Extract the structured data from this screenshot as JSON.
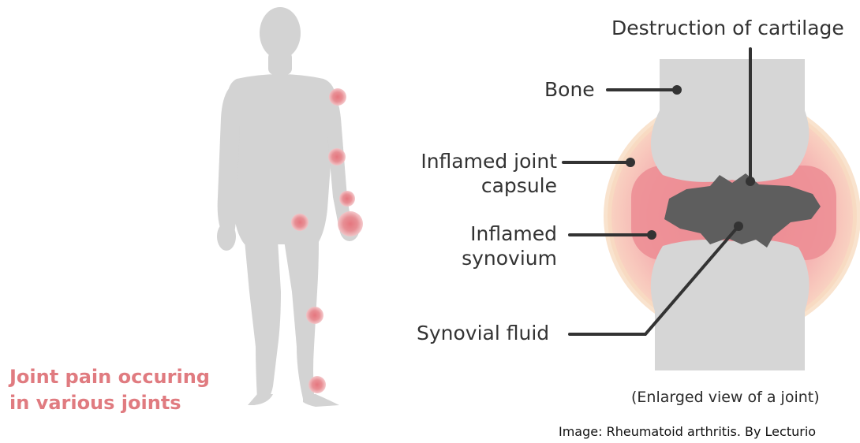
{
  "colors": {
    "body_silhouette": "#d3d3d3",
    "inflammation": "#e37b82",
    "inflamed_tissue": "#f0a4aa",
    "capsule_outer": "#f9dcc2",
    "bone": "#d6d6d6",
    "cartilage_damage": "#5e5e5e",
    "pain_text": "#e07b80"
  },
  "body_figure": {
    "caption_line1": "Joint pain occuring",
    "caption_line2": "in various joints"
  },
  "joint_diagram": {
    "labels": {
      "destruction": "Destruction of cartilage",
      "bone": "Bone",
      "inflamed_capsule_line1": "Inflamed joint",
      "inflamed_capsule_line2": "capsule",
      "inflamed_synovium_line1": "Inflamed",
      "inflamed_synovium_line2": "synovium",
      "synovial_fluid": "Synovial fluid"
    },
    "caption": "(Enlarged view of a joint)"
  },
  "credit": "Image: Rheumatoid arthritis. By Lecturio"
}
